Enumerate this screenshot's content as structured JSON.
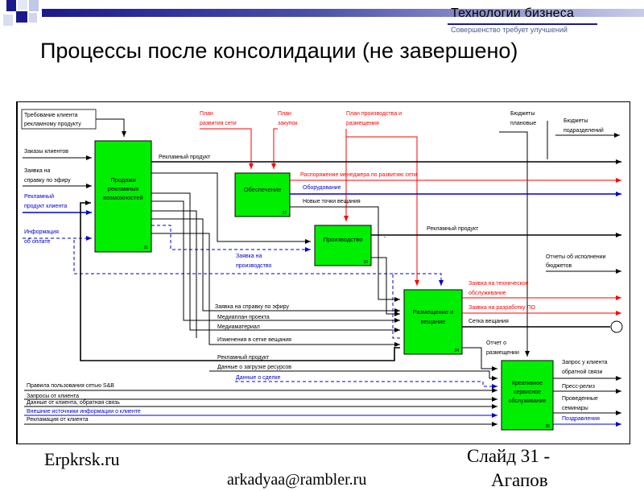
{
  "header": {
    "logo_title": "Технологии бизнеса",
    "logo_subtitle": "Совершенство требует улучшений",
    "title": "Процессы после консолидации (не завершено)"
  },
  "colors": {
    "box": "#00ee00",
    "control": "#ff0000",
    "information": "#0000cc",
    "flow": "#000000",
    "band": "#1a1a8c"
  },
  "diagram": {
    "boxes": [
      {
        "label": [
          "Продажи",
          "рекламных",
          "возможностей"
        ],
        "num": "31"
      },
      {
        "label": [
          "Обеспечение"
        ],
        "num": "32"
      },
      {
        "label": [
          "Производство"
        ],
        "num": "33"
      },
      {
        "label": [
          "Размещение и",
          "вещание"
        ],
        "num": "34"
      },
      {
        "label": [
          "Креативное",
          "сервисное",
          "обслуживание"
        ],
        "num": "35"
      }
    ],
    "left_inputs": [
      [
        "Требование клиента",
        "рекламному продукту"
      ],
      [
        "Заказы клиентов"
      ],
      [
        "Заявка на",
        "справку по эфиру"
      ],
      [
        "Рекламный",
        "продукт клиента"
      ],
      [
        "Информация",
        "об оплате"
      ]
    ],
    "controls": [
      [
        "План",
        "развития сети"
      ],
      [
        "План",
        "закупок"
      ],
      [
        "План производства и",
        "размещения"
      ],
      [
        "Бюджеты",
        "плановые"
      ]
    ],
    "right_outputs": [
      [
        "Бюджеты",
        "подразделений"
      ],
      [
        "Рекламный продукт"
      ],
      [
        "Распоряжение менеджера по развитию сети"
      ],
      [
        "Оборудование"
      ],
      [
        "Новые точки вещания"
      ],
      [
        "Рекламный продукт"
      ],
      [
        "Отчеты об исполнении",
        "бюджетов"
      ],
      [
        "Заявка на техническое",
        "обслуживание"
      ],
      [
        "Заявка на разработку ПО"
      ],
      [
        "Сетка вещания"
      ],
      [
        "Отчет о",
        "размещении"
      ],
      [
        "Запрос у клиента",
        "обратной связи"
      ],
      [
        "Пресс-релиз"
      ],
      [
        "Проведенные",
        "семинары"
      ],
      [
        "Поздравления"
      ]
    ],
    "internal": [
      "Рекламный продукт",
      [
        "Заявка на",
        "производство"
      ],
      "Заявка на справку по эфиру",
      "Медиаплан проекта",
      "Медиаматериал",
      "Изменения в сетке вещания",
      "Рекламный продукт",
      "Данные о загрузке ресурсов",
      "Данные о сделке"
    ],
    "bottom_inputs": [
      "Правила пользования сетью S&B",
      "Запросы от клиента",
      "Данные от клиента, обратная связь",
      "Внешние источники информации о клиенте",
      "Рекламация от клиента"
    ]
  },
  "footer": {
    "site": "Erpkrsk.ru",
    "slide": "Слайд 31 -",
    "author": "Агапов",
    "email": "arkadyaa@rambler.ru"
  }
}
